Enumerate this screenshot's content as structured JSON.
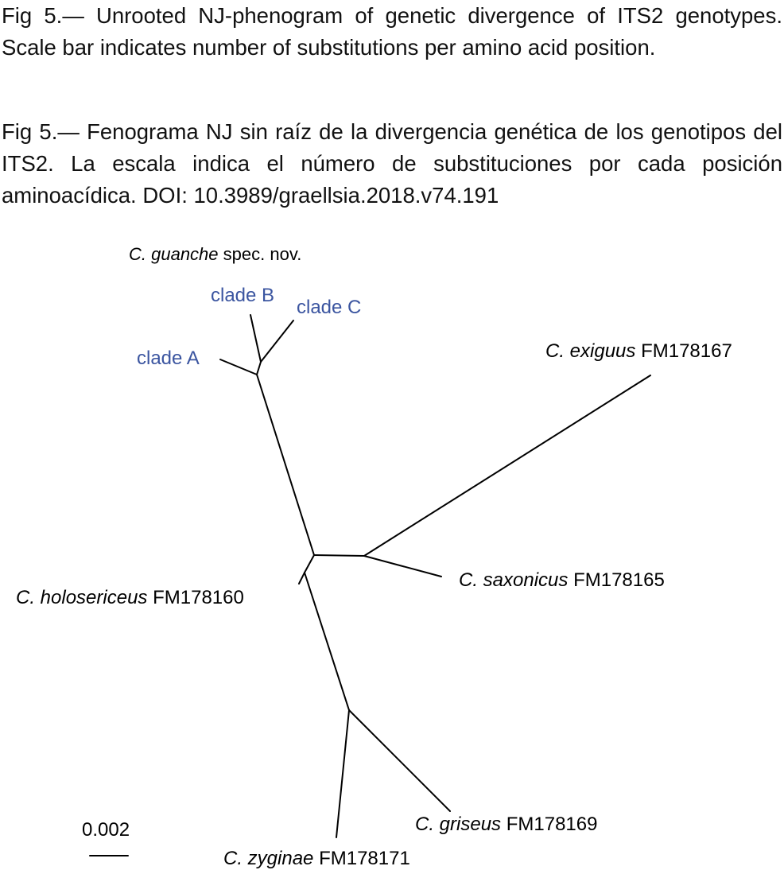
{
  "caption_english": "Fig 5.— Unrooted NJ-phenogram of genetic divergence of ITS2 genotypes. Scale bar indicates number of substitutions per amino acid position.",
  "caption_spanish": "Fig 5.— Fenograma NJ sin raíz de la divergencia genética de los genotipos del ITS2. La escala indica el número de substituciones por cada posición aminoacídica. DOI: 10.3989/graellsia.2018.v74.191",
  "colors": {
    "clade_label": "#3b55a0",
    "branch": "#000000"
  },
  "tree": {
    "group_label": {
      "species": "C. guanche",
      "suffix": "spec. nov."
    },
    "clades": {
      "a": "clade A",
      "b": "clade B",
      "c": "clade C"
    },
    "taxa": {
      "exiguus": {
        "species": "C. exiguus",
        "accession": "FM178167"
      },
      "saxonicus": {
        "species": "C. saxonicus",
        "accession": "FM178165"
      },
      "holosericeus": {
        "species": "C. holosericeus",
        "accession": "FM178160"
      },
      "griseus": {
        "species": "C. griseus",
        "accession": "FM178169"
      },
      "zyginae": {
        "species": "C. zyginae",
        "accession": "FM178171"
      }
    },
    "scale_bar": {
      "label": "0.002",
      "value": 0.002
    }
  }
}
